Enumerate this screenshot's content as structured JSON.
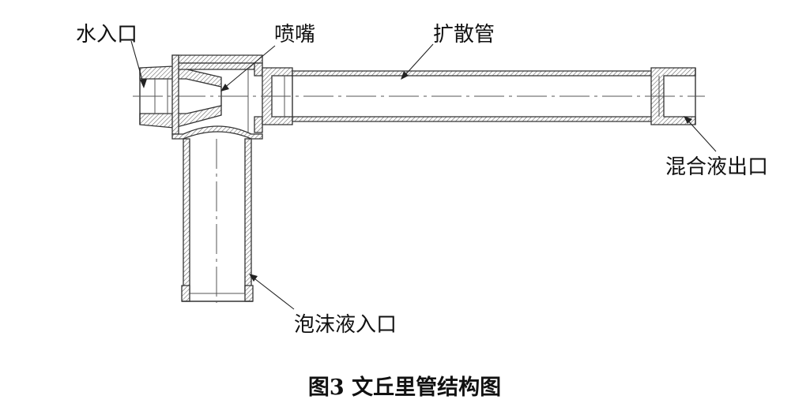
{
  "labels": {
    "water_inlet": "水入口",
    "nozzle": "喷嘴",
    "diffuser": "扩散管",
    "mix_outlet": "混合液出口",
    "foam_inlet": "泡沫液入口"
  },
  "caption": "图3 文丘里管结构图"
}
